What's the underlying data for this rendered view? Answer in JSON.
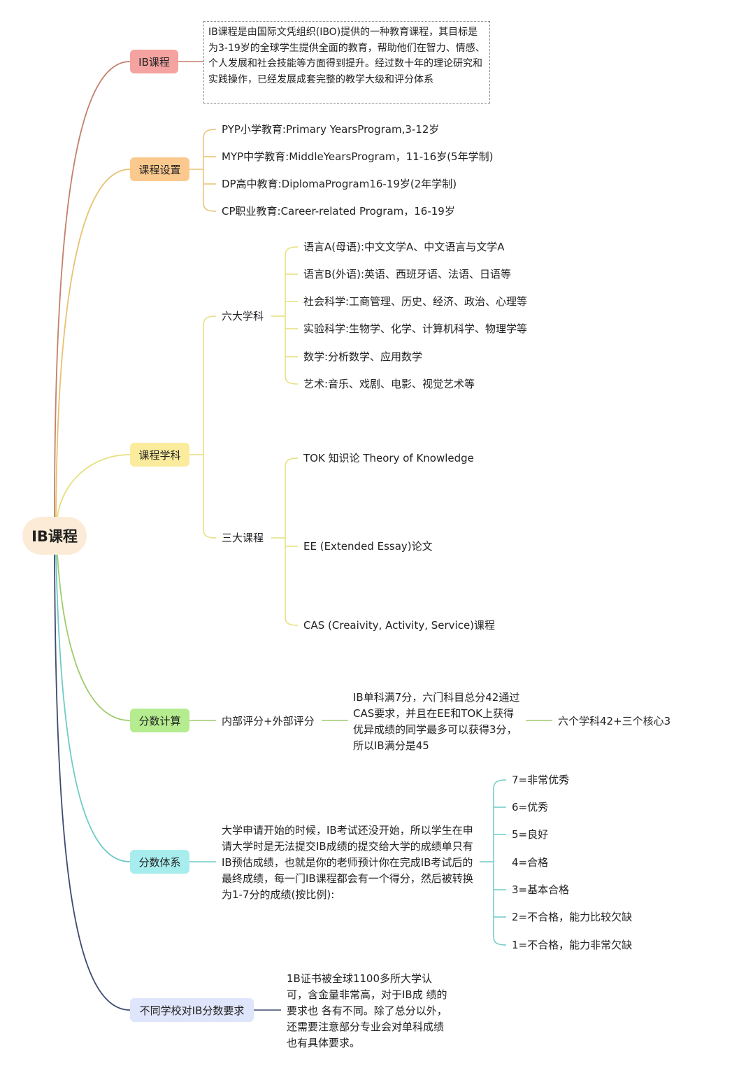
{
  "root": "IB课程",
  "branches": {
    "ib": {
      "label": "IB课程",
      "desc": "IB课程是由国际文凭组织(IBO)提供的一种教育课程，其目标是为3-19岁的全球学生提供全面的教育，帮助他们在智力、情感、个人发展和社会技能等方面得到提升。经过数十年的理论研究和实践操作，已经发展成套完整的教学大级和评分体系"
    },
    "setup": {
      "label": "课程设置",
      "items": [
        "PYP小学教育:Primary YearsProgram,3-12岁",
        "MYP中学教育:MiddleYearsProgram，11-16岁(5年学制)",
        "DP高中教育:DiplomaProgram16-19岁(2年学制)",
        "CP职业教育:Career-related Program，16-19岁"
      ]
    },
    "subjects": {
      "label": "课程学科",
      "six": {
        "label": "六大学科",
        "items": [
          "语言A(母语):中文文学A、中文语言与文学A",
          "语言B(外语):英语、西班牙语、法语、日语等",
          "社会科学:工商管理、历史、经济、政治、心理等",
          "实验科学:生物学、化学、计算机科学、物理学等",
          "数学:分析数学、应用数学",
          "艺术:音乐、戏剧、电影、视觉艺术等"
        ]
      },
      "three": {
        "label": "三大课程",
        "items": [
          "TOK 知识论 Theory of Knowledge",
          "EE (Extended Essay)论文",
          "CAS (Creaivity, Activity, Service)课程"
        ]
      }
    },
    "score_calc": {
      "label": "分数计算",
      "sub": "内部评分+外部评分",
      "detail": "IB单科满7分，六门科目总分42通过CAS要求，并且在EE和TOK上获得优异成绩的同学最多可以获得3分，所以IB满分是45",
      "summary": "六个学科42+三个核心3"
    },
    "score_system": {
      "label": "分数体系",
      "desc": "大学申请开始的时候，IB考试还没开始，所以学生在申请大学时是无法提交IB成绩的提交给大学的成绩单只有IB预估成绩，也就是你的老师预计你在完成IB考试后的最终成绩，每一门IB课程都会有一个得分，然后被转换为1-7分的成绩(按比例):",
      "grades": [
        "7=非常优秀",
        "6=优秀",
        "5=良好",
        "4=合格",
        "3=基本合格",
        "2=不合格，能力比较欠缺",
        "1=不合格，能力非常欠缺"
      ]
    },
    "schools": {
      "label": "不同学校对IB分数要求",
      "desc": "1B证书被全球1100多所大学认可，含金量非常高，对于IB成  绩的要求也 各有不同。除了总分以外，还需要注意部分专业会对单科成绩也有具体要求。"
    }
  },
  "colors": {
    "ib": "#f5a3a0",
    "setup": "#fbc98e",
    "subjects": "#fbeb9c",
    "score_calc": "#b5ec8f",
    "score_system": "#a8edee",
    "schools": "#dfe5fa",
    "line_ib": "#c4806b",
    "line_setup": "#e8c270",
    "line_subjects": "#e6df7c",
    "line_calc": "#9fcc6c",
    "line_system": "#6fcbc8",
    "line_schools": "#3e4a70"
  }
}
